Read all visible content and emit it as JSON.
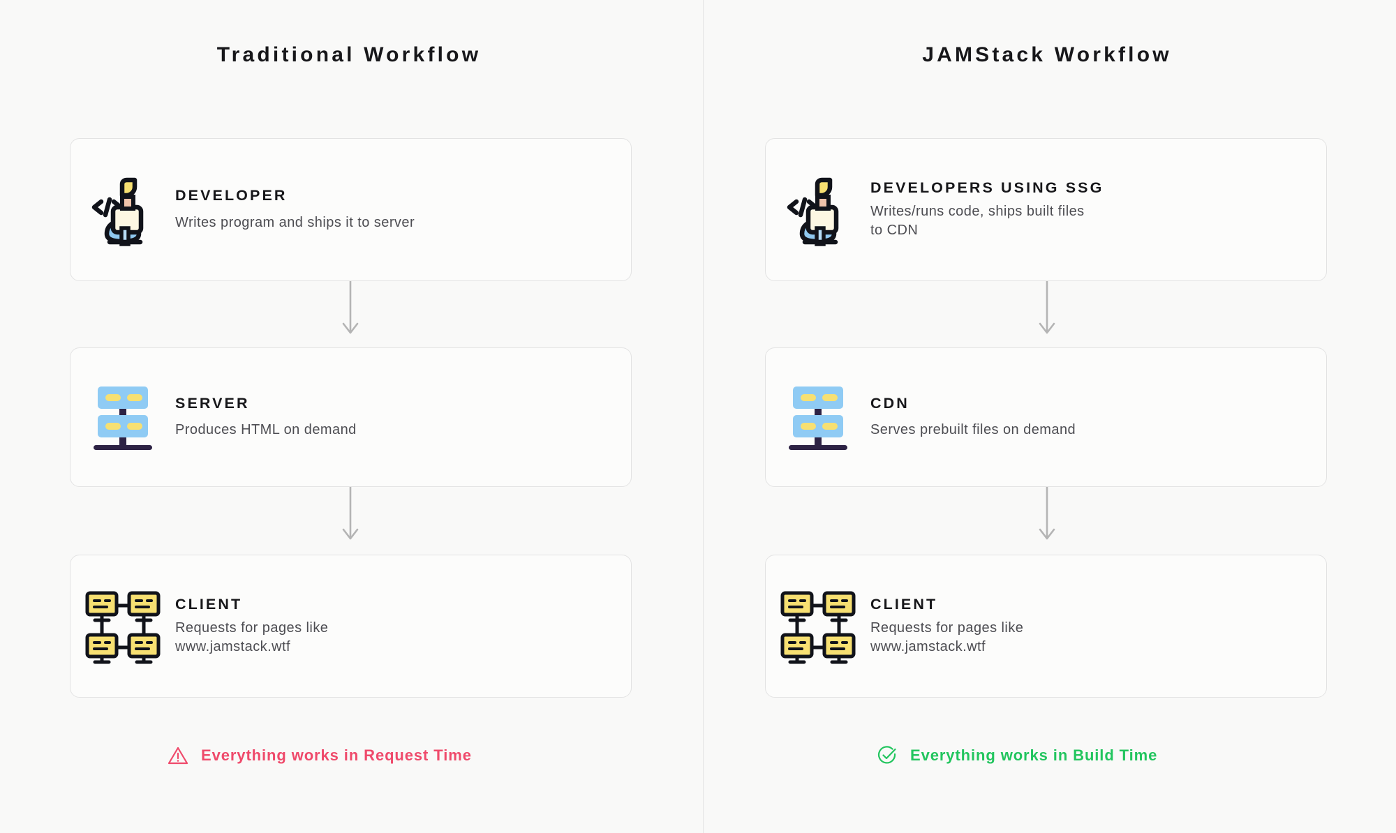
{
  "meta": {
    "background_color": "#f9f9f8",
    "divider_color": "#e4e4e4",
    "card_border_color": "#e3e3e3",
    "title_color": "#17171a",
    "desc_color": "#4d4d52",
    "warning_color": "#ef4a6b",
    "success_color": "#22c55e"
  },
  "columns": [
    {
      "id": "traditional",
      "title": "Traditional Workflow",
      "steps": [
        {
          "icon": "developer-icon",
          "title": "DEVELOPER",
          "desc": "Writes program and ships it to server"
        },
        {
          "icon": "server-icon",
          "title": "SERVER",
          "desc": "Produces HTML on demand"
        },
        {
          "icon": "client-network-icon",
          "title": "CLIENT",
          "desc": "Requests for pages like\nwww.jamstack.wtf"
        }
      ],
      "footer": {
        "icon": "warning-triangle-icon",
        "label": "Everything works in Request Time",
        "color": "#ef4a6b"
      }
    },
    {
      "id": "jamstack",
      "title": "JAMStack Workflow",
      "steps": [
        {
          "icon": "developer-icon",
          "title": "DEVELOPERS USING SSG",
          "desc": "Writes/runs code, ships built files\nto CDN"
        },
        {
          "icon": "server-icon",
          "title": "CDN",
          "desc": "Serves prebuilt files on demand"
        },
        {
          "icon": "client-network-icon",
          "title": "CLIENT",
          "desc": "Requests for pages like\nwww.jamstack.wtf"
        }
      ],
      "footer": {
        "icon": "check-circle-icon",
        "label": "Everything works in Build Time",
        "color": "#22c55e"
      }
    }
  ]
}
